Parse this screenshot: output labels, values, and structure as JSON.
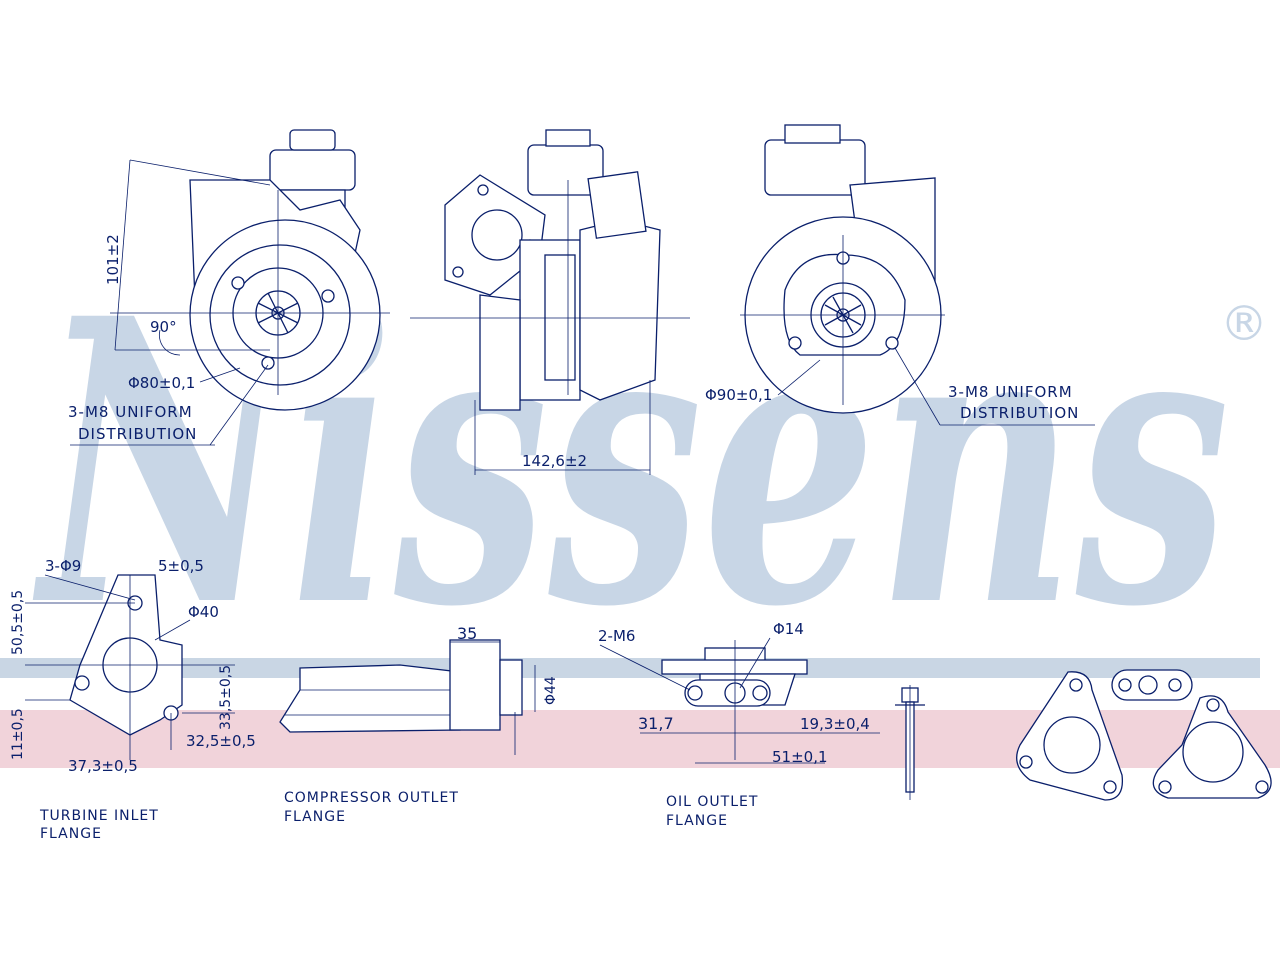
{
  "watermark": {
    "brand": "Nissens",
    "registered": "®",
    "brand_color": "#c8d6e6",
    "stripe_blue": "#c9d6e4",
    "stripe_pink": "#f1d3da"
  },
  "ink_color": "#0a1f6b",
  "top_views": {
    "view1": {
      "height_dim": "101±2",
      "angle": "90°",
      "diameter": "Φ80±0,1",
      "bolt_note_line1": "3-M8 UNIFORM",
      "bolt_note_line2": "DISTRIBUTION"
    },
    "view2": {
      "width_dim": "142,6±2"
    },
    "view3": {
      "diameter": "Φ90±0,1",
      "bolt_note_line1": "3-M8 UNIFORM",
      "bolt_note_line2": "DISTRIBUTION"
    }
  },
  "flanges": {
    "turbine": {
      "holes": "3-Φ9",
      "offset": "5±0,5",
      "height_left": "50,5±0,5",
      "bore": "Φ40",
      "height_right": "33,5±0,5",
      "width_right": "32,5±0,5",
      "thickness": "11±0,5",
      "width_bottom": "37,3±0,5",
      "caption_line1": "TURBINE INLET",
      "caption_line2": "FLANGE"
    },
    "compressor": {
      "length": "35",
      "diameter": "Φ44",
      "caption_line1": "COMPRESSOR OUTLET",
      "caption_line2": "FLANGE"
    },
    "oil": {
      "threads": "2-M6",
      "bore": "Φ14",
      "spacing": "31,7",
      "offset": "19,3±0,4",
      "length": "51±0,1",
      "caption_line1": "OIL OUTLET",
      "caption_line2": "FLANGE"
    }
  }
}
